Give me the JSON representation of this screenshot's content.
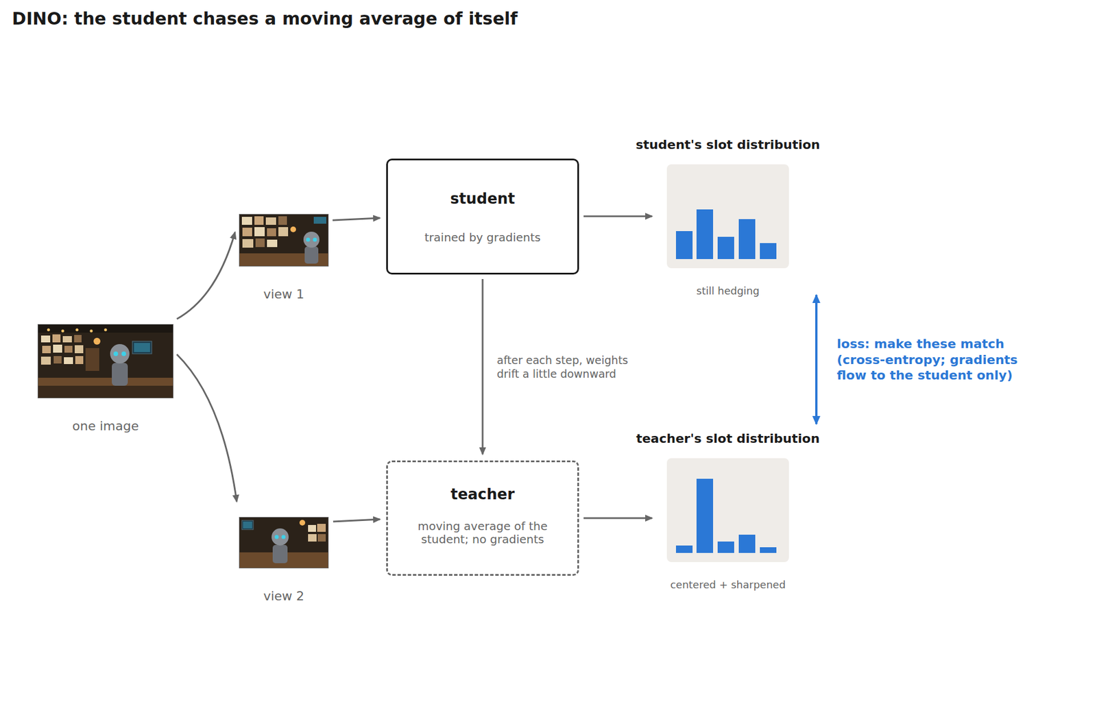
{
  "diagram": {
    "title": "DINO: the student chases a moving average of itself",
    "nodes": [
      {
        "text": [
          "one image"
        ]
      },
      {
        "text": [
          "view 1"
        ]
      },
      {
        "text": [
          "view 2"
        ]
      },
      {
        "text": [
          "student",
          "trained by gradients"
        ]
      },
      {
        "text": [
          "teacher",
          "moving average of the student; no gradients"
        ]
      },
      {
        "text": [
          "student's slot distribution",
          "still hedging"
        ]
      },
      {
        "text": [
          "teacher's slot distribution",
          "centered + sharpened"
        ]
      }
    ],
    "edges": [
      {
        "from": 0,
        "to": 1,
        "arrow": "to"
      },
      {
        "from": 0,
        "to": 2,
        "arrow": "to"
      },
      {
        "from": 1,
        "to": 3,
        "arrow": "to"
      },
      {
        "from": 2,
        "to": 4,
        "arrow": "to"
      },
      {
        "from": 3,
        "to": 5,
        "arrow": "to"
      },
      {
        "from": 4,
        "to": 6,
        "arrow": "to"
      },
      {
        "from": 3,
        "to": 4,
        "label": "after each step, weights drift a little downward",
        "arrow": "to"
      },
      {
        "from": 5,
        "to": 6,
        "label": "loss: make these match (cross-entropy; gradients flow to the student only)",
        "arrow": "both"
      }
    ]
  }
}
